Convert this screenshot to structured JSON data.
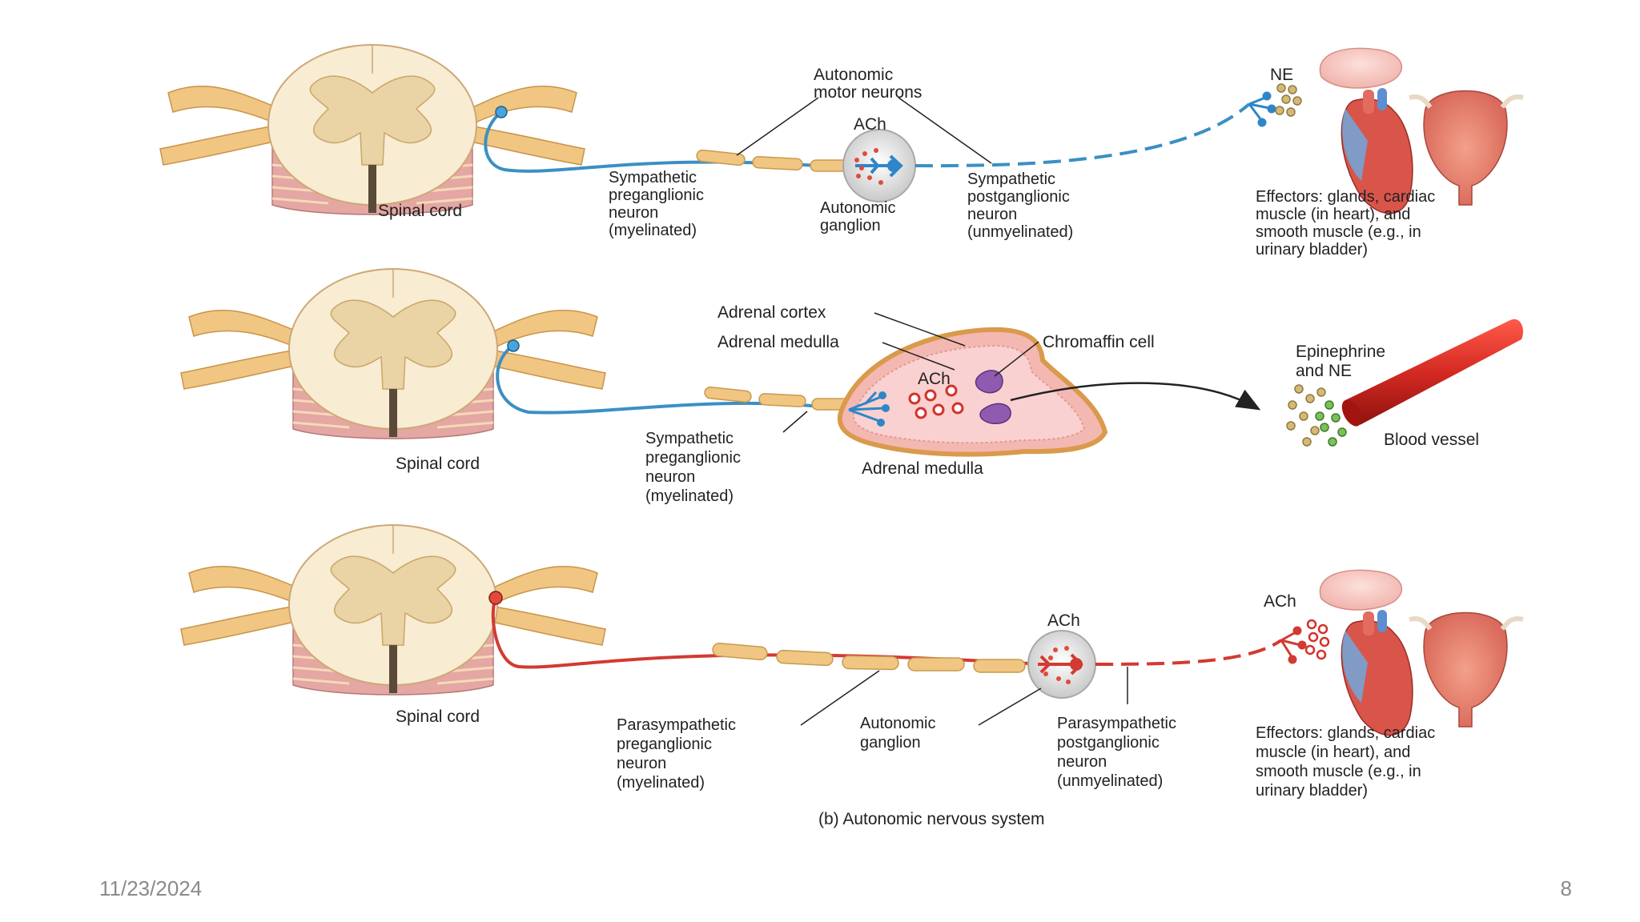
{
  "colors": {
    "sympathetic": "#3b8fc4",
    "parasympathetic": "#d23a32",
    "myelin": "#f0c682",
    "spinal_white": "#f8ecd2",
    "spinal_grey": "#ead3a4",
    "blood_vessel": "#d42a22"
  },
  "diagram": {
    "caption": "(b) Autonomic nervous system",
    "row1": {
      "spinal_cord": "Spinal cord",
      "autonomic_motor_neurons": [
        "Autonomic",
        "motor neurons"
      ],
      "ach": "ACh",
      "ne": "NE",
      "preganglionic": [
        "Sympathetic",
        "preganglionic",
        "neuron",
        "(myelinated)"
      ],
      "ganglion": [
        "Autonomic",
        "ganglion"
      ],
      "postganglionic": [
        "Sympathetic",
        "postganglionic",
        "neuron",
        "(unmyelinated)"
      ],
      "effectors": [
        "Effectors: glands, cardiac",
        "muscle (in heart), and",
        "smooth muscle (e.g., in",
        "urinary bladder)"
      ]
    },
    "row2": {
      "spinal_cord": "Spinal cord",
      "adrenal_cortex": "Adrenal cortex",
      "adrenal_medulla_top": "Adrenal medulla",
      "chromaffin_cell": "Chromaffin cell",
      "ach": "ACh",
      "epinephrine_ne": [
        "Epinephrine",
        "and NE"
      ],
      "blood_vessel": "Blood vessel",
      "preganglionic": [
        "Sympathetic",
        "preganglionic",
        "neuron",
        "(myelinated)"
      ],
      "adrenal_medulla_bottom": "Adrenal medulla"
    },
    "row3": {
      "spinal_cord": "Spinal cord",
      "ach_ganglion": "ACh",
      "ach_effector": "ACh",
      "preganglionic": [
        "Parasympathetic",
        "preganglionic",
        "neuron",
        "(myelinated)"
      ],
      "ganglion": [
        "Autonomic",
        "ganglion"
      ],
      "postganglionic": [
        "Parasympathetic",
        "postganglionic",
        "neuron",
        "(unmyelinated)"
      ],
      "effectors": [
        "Effectors: glands, cardiac",
        "muscle (in heart), and",
        "smooth muscle (e.g., in",
        "urinary bladder)"
      ]
    }
  },
  "footer": {
    "date": "11/23/2024",
    "page": "8"
  }
}
